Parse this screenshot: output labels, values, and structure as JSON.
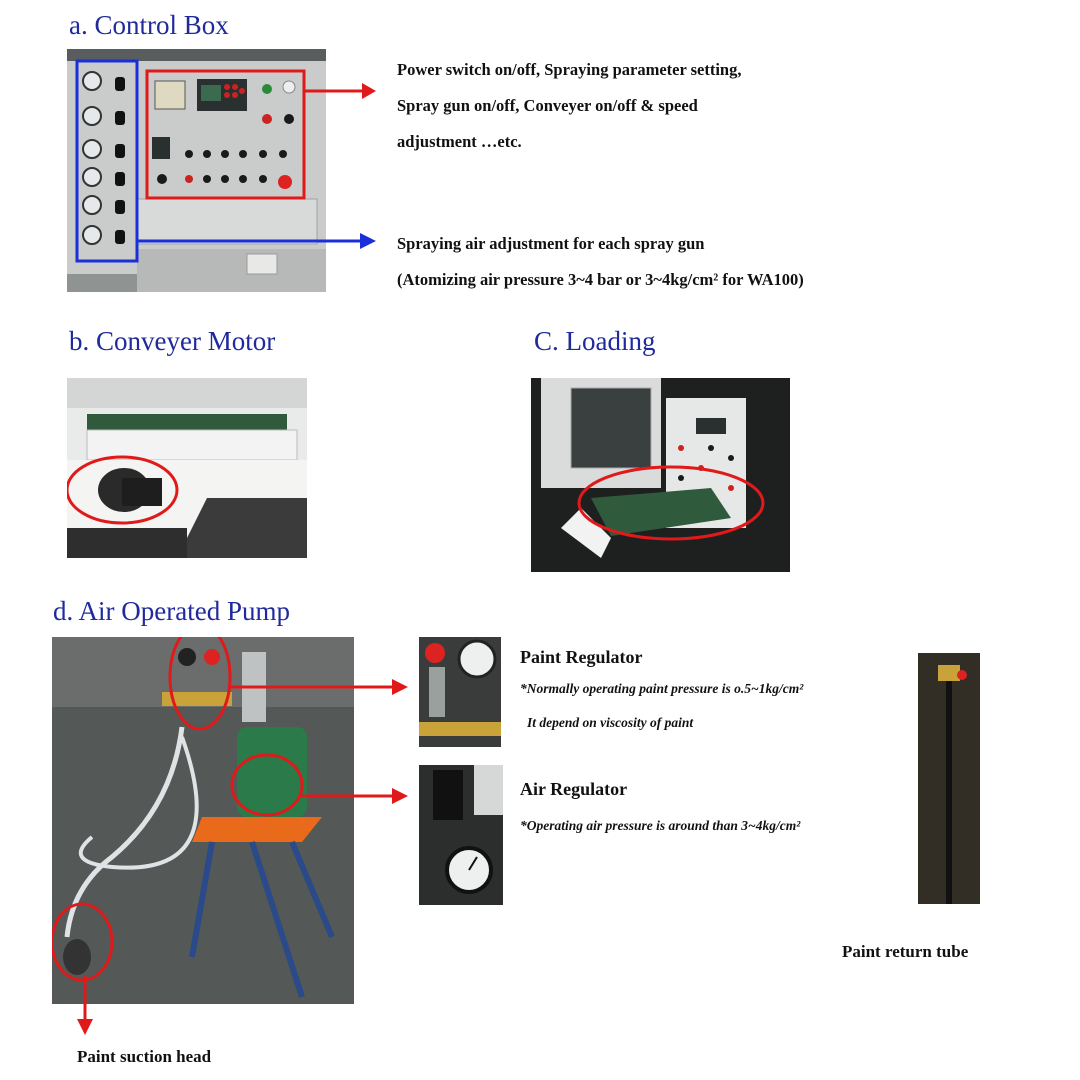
{
  "control_box": {
    "heading": "a. Control Box",
    "desc_top": [
      "Power switch on/off, Spraying parameter setting,",
      "Spray gun on/off, Conveyer on/off & speed",
      "adjustment …etc."
    ],
    "desc_bottom": [
      "Spraying air adjustment for each spray gun",
      "(Atomizing air pressure 3~4 bar or 3~4kg/cm² for  WA100)"
    ]
  },
  "conveyer_motor": {
    "heading": "b. Conveyer Motor"
  },
  "loading": {
    "heading": "C. Loading"
  },
  "pump": {
    "heading": "d. Air Operated Pump",
    "paint_regulator": {
      "title": "Paint Regulator",
      "note_1": "*Normally operating paint pressure is  o.5~1kg/cm²",
      "note_2": "It depend on viscosity of paint"
    },
    "air_regulator": {
      "title": "Air Regulator",
      "note_1": "*Operating air pressure is around than 3~4kg/cm²"
    },
    "paint_return_tube": "Paint return tube",
    "paint_suction_head": "Paint suction head"
  },
  "colors": {
    "heading": "#1f2a9c",
    "red_highlight": "#e01a1a",
    "blue_highlight": "#1a2fd8"
  }
}
